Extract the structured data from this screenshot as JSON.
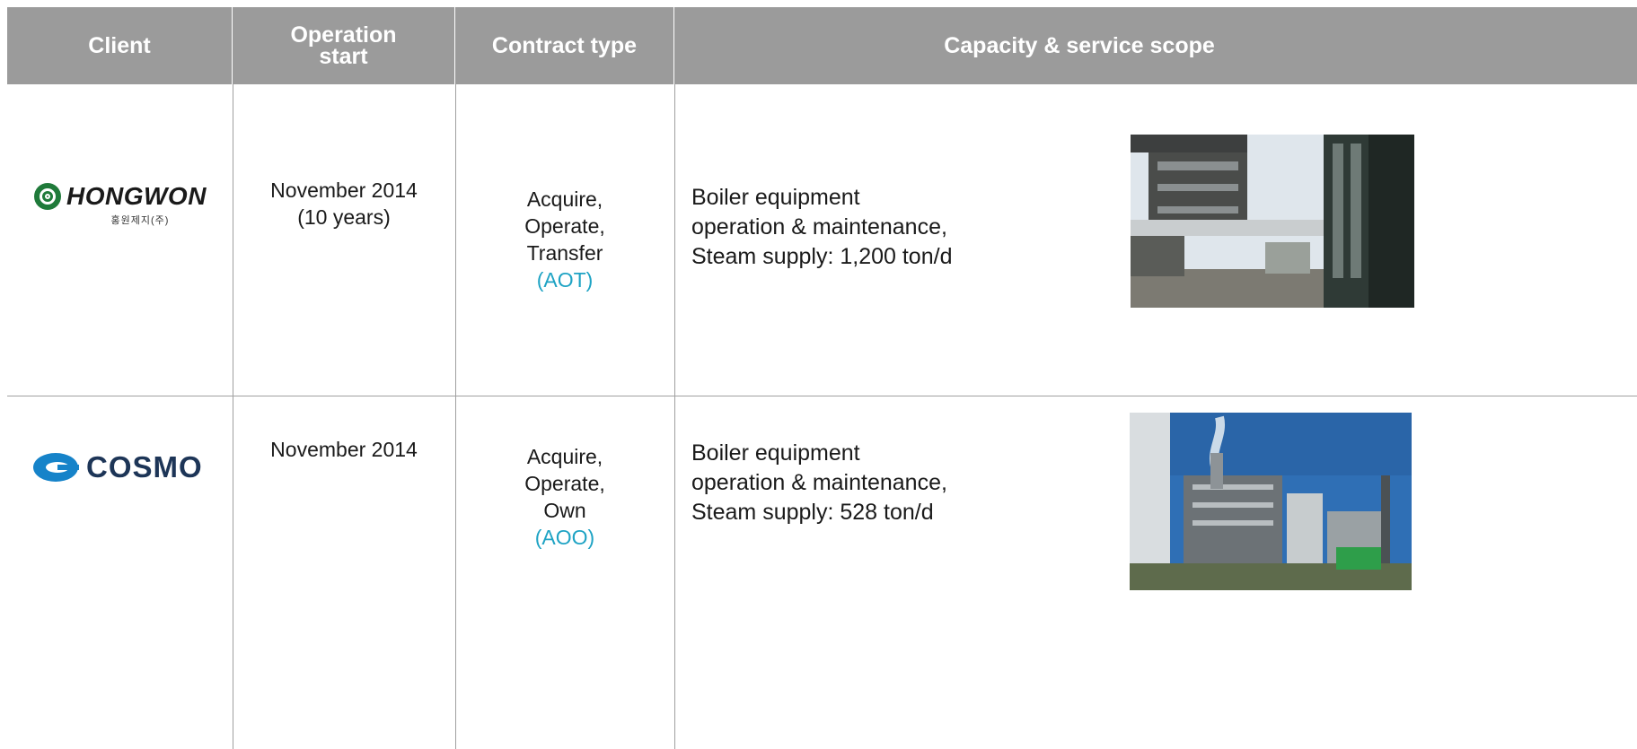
{
  "header": {
    "client": "Client",
    "operation_start": "Operation start",
    "contract_type": "Contract type",
    "scope": "Capacity & service scope"
  },
  "rows": [
    {
      "client_logo": {
        "icon": "hongwon-logo-icon",
        "name": "HONGWON",
        "subtitle": "홍원제지(주)",
        "color": "#1f7a3a"
      },
      "operation_start": [
        "November 2014",
        "(10 years)"
      ],
      "contract_type": [
        "Acquire,",
        "Operate,",
        "Transfer"
      ],
      "contract_abbr": "(AOT)",
      "scope": [
        "Boiler equipment",
        "operation & maintenance,",
        "Steam supply: 1,200 ton/d"
      ],
      "photo": "boiler-plant-photo-1"
    },
    {
      "client_logo": {
        "icon": "cosmo-logo-icon",
        "name": "COSMO",
        "color": "#1d3557"
      },
      "operation_start": [
        "November 2014"
      ],
      "contract_type": [
        "Acquire,",
        "Operate,",
        "Own"
      ],
      "contract_abbr": "(AOO)",
      "scope": [
        "Boiler equipment",
        "operation & maintenance,",
        "Steam supply: 528 ton/d"
      ],
      "photo": "boiler-plant-photo-2"
    }
  ],
  "colors": {
    "header_bg": "#9b9b9b",
    "accent": "#1ea3c4",
    "grid": "#a0a0a0"
  }
}
